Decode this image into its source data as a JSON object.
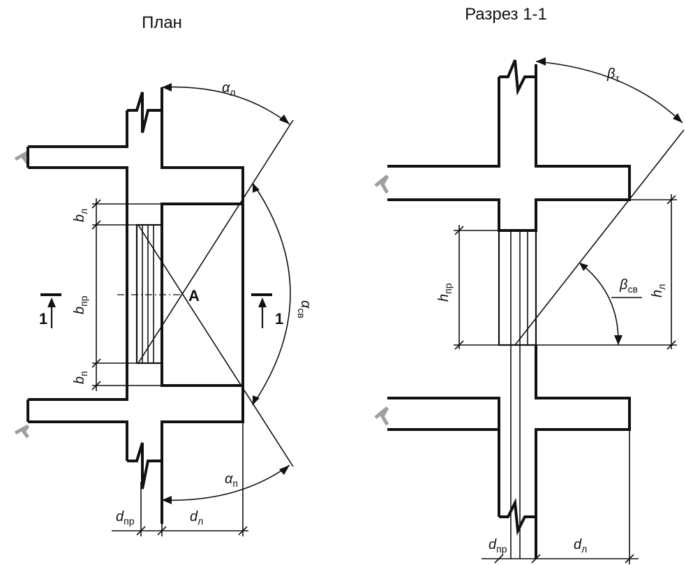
{
  "plan": {
    "title": "План",
    "alpha_l": {
      "sym": "α",
      "sub": "л"
    },
    "alpha_sv": {
      "sym": "α",
      "sub": "св"
    },
    "alpha_p": {
      "sym": "α",
      "sub": "п"
    },
    "b_l": {
      "sym": "b",
      "sub": "л"
    },
    "b_pr": {
      "sym": "b",
      "sub": "пр"
    },
    "b_p": {
      "sym": "b",
      "sub": "п"
    },
    "d_pr": {
      "sym": "d",
      "sub": "пр"
    },
    "d_l": {
      "sym": "d",
      "sub": "л"
    },
    "point": "A",
    "section_mark_left": "1",
    "section_mark_right": "1"
  },
  "section": {
    "title": "Разрез 1-1",
    "beta_t": {
      "sym": "β",
      "sub": "т"
    },
    "beta_sv": {
      "sym": "β",
      "sub": "св"
    },
    "h_pr": {
      "sym": "h",
      "sub": "пр"
    },
    "h_l": {
      "sym": "h",
      "sub": "л"
    },
    "d_pr": {
      "sym": "d",
      "sub": "пр"
    },
    "d_l": {
      "sym": "d",
      "sub": "л"
    }
  }
}
